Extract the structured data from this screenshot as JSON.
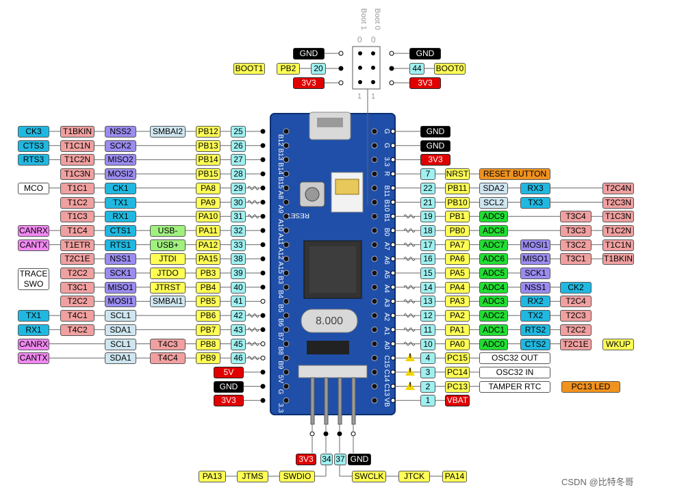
{
  "watermark": "CSDN @比特冬哥",
  "board": {
    "silk_left": [
      "B12",
      "B13",
      "B14",
      "B15",
      "A8",
      "A9",
      "A10",
      "A11",
      "A12",
      "A15",
      "B3",
      "B4",
      "B5",
      "B6",
      "B7",
      "B8",
      "B9",
      "5V",
      "G",
      "3.3"
    ],
    "silk_right": [
      "G",
      "G",
      "3.3",
      "R",
      "B11",
      "B10",
      "B1",
      "B0",
      "A7",
      "A6",
      "A5",
      "A4",
      "A3",
      "A2",
      "A1",
      "A0",
      "C15",
      "C14",
      "C13",
      "VB"
    ],
    "reset_label": "RESET",
    "crystal_label": "8.000"
  },
  "boot": {
    "header_labels": [
      "Boot 1",
      "Boot 0"
    ],
    "header_values": [
      "0",
      "0"
    ],
    "pin_marks": [
      "1",
      "1"
    ],
    "left": [
      [
        "GND"
      ],
      [
        "BOOT1",
        "PB2",
        "20"
      ],
      [
        "3V3"
      ]
    ],
    "right": [
      [
        "GND"
      ],
      [
        "44",
        "BOOT0"
      ],
      [
        "3V3"
      ]
    ]
  },
  "left_rows": [
    [
      "CK3",
      "T1BKIN",
      "NSS2",
      "SMBAI2",
      "PB12",
      "25"
    ],
    [
      "CTS3",
      "T1C1N",
      "SCK2",
      "",
      "PB13",
      "26"
    ],
    [
      "RTS3",
      "T1C2N",
      "MISO2",
      "",
      "PB14",
      "27"
    ],
    [
      "",
      "T1C3N",
      "MOSI2",
      "",
      "PB15",
      "28"
    ],
    [
      "MCO",
      "T1C1",
      "CK1",
      "",
      "PA8",
      "29"
    ],
    [
      "",
      "T1C2",
      "TX1",
      "",
      "PA9",
      "30"
    ],
    [
      "",
      "T1C3",
      "RX1",
      "",
      "PA10",
      "31"
    ],
    [
      "CANRX",
      "T1C4",
      "CTS1",
      "USB-",
      "PA11",
      "32"
    ],
    [
      "CANTX",
      "T1ETR",
      "RTS1",
      "USB+",
      "PA12",
      "33"
    ],
    [
      "",
      "T2C1E",
      "NSS1",
      "JTDI",
      "PA15",
      "38"
    ],
    [
      "",
      "T2C2",
      "SCK1",
      "JTDO",
      "PB3",
      "39"
    ],
    [
      "",
      "T3C1",
      "MISO1",
      "JTRST",
      "PB4",
      "40"
    ],
    [
      "",
      "T2C2",
      "MOSI1",
      "SMBAI1",
      "PB5",
      "41"
    ],
    [
      "TX1",
      "T4C1",
      "SCL1",
      "",
      "PB6",
      "42"
    ],
    [
      "RX1",
      "T4C2",
      "SDA1",
      "",
      "PB7",
      "43"
    ],
    [
      "CANRX",
      "",
      "SCL1",
      "T4C3",
      "PB8",
      "45"
    ],
    [
      "CANTX",
      "",
      "SDA1",
      "T4C4",
      "PB9",
      "46"
    ],
    [
      "",
      "",
      "",
      "",
      "5V",
      ""
    ],
    [
      "",
      "",
      "",
      "",
      "GND",
      ""
    ],
    [
      "",
      "",
      "",
      "",
      "3V3",
      ""
    ]
  ],
  "trace_swo": [
    "TRACE",
    "SWO"
  ],
  "right_rows": [
    [
      "",
      "GND",
      "",
      "",
      "",
      "",
      ""
    ],
    [
      "",
      "GND",
      "",
      "",
      "",
      "",
      ""
    ],
    [
      "",
      "3V3",
      "",
      "",
      "",
      "",
      ""
    ],
    [
      "7",
      "NRST",
      "RESET BUTTON",
      "",
      "",
      "",
      ""
    ],
    [
      "22",
      "PB11",
      "SDA2",
      "RX3",
      "",
      "",
      "T2C4N"
    ],
    [
      "21",
      "PB10",
      "SCL2",
      "TX3",
      "",
      "",
      "T2C3N"
    ],
    [
      "19",
      "PB1",
      "ADC9",
      "",
      "",
      "T3C4",
      "T1C3N"
    ],
    [
      "18",
      "PB0",
      "ADC8",
      "",
      "",
      "T3C3",
      "T1C2N"
    ],
    [
      "17",
      "PA7",
      "ADC7",
      "MOSI1",
      "",
      "T3C2",
      "T1C1N"
    ],
    [
      "16",
      "PA6",
      "ADC6",
      "MISO1",
      "",
      "T3C1",
      "T1BKIN"
    ],
    [
      "15",
      "PA5",
      "ADC5",
      "SCK1",
      "",
      "",
      ""
    ],
    [
      "14",
      "PA4",
      "ADC4",
      "NSS1",
      "CK2",
      "",
      ""
    ],
    [
      "13",
      "PA3",
      "ADC3",
      "RX2",
      "T2C4",
      "",
      ""
    ],
    [
      "12",
      "PA2",
      "ADC2",
      "TX2",
      "T2C3",
      "",
      ""
    ],
    [
      "11",
      "PA1",
      "ADC1",
      "RTS2",
      "T2C2",
      "",
      ""
    ],
    [
      "10",
      "PA0",
      "ADC0",
      "CTS2",
      "T2C1E",
      "WKUP",
      ""
    ],
    [
      "4",
      "PC15",
      "OSC32 OUT",
      "",
      "",
      "",
      ""
    ],
    [
      "3",
      "PC14",
      "OSC32 IN",
      "",
      "",
      "",
      ""
    ],
    [
      "2",
      "PC13",
      "TAMPER RTC",
      "PC13 LED",
      "",
      "",
      ""
    ],
    [
      "1",
      "VBAT",
      "",
      "",
      "",
      "",
      ""
    ]
  ],
  "swd": {
    "top": [
      "3V3",
      "34",
      "37",
      "GND"
    ],
    "bottom_left": [
      "PA13",
      "JTMS",
      "SWDIO"
    ],
    "bottom_right": [
      "SWCLK",
      "JTCK",
      "PA14"
    ]
  },
  "colors": {
    "board": "#1f4fa8",
    "gnd": "#000000",
    "power": "#e00000",
    "port": "#ffff55",
    "pin_number": "#9ff0f0",
    "timer": "#f0a0a0",
    "serial": "#20b8e0",
    "spi": "#9a8cf0",
    "adc": "#22dd33",
    "alt_green": "#a0f080",
    "light": "#cfe6f0",
    "can": "#f088f0",
    "orange": "#f0921e",
    "outline": "#ffffff"
  }
}
